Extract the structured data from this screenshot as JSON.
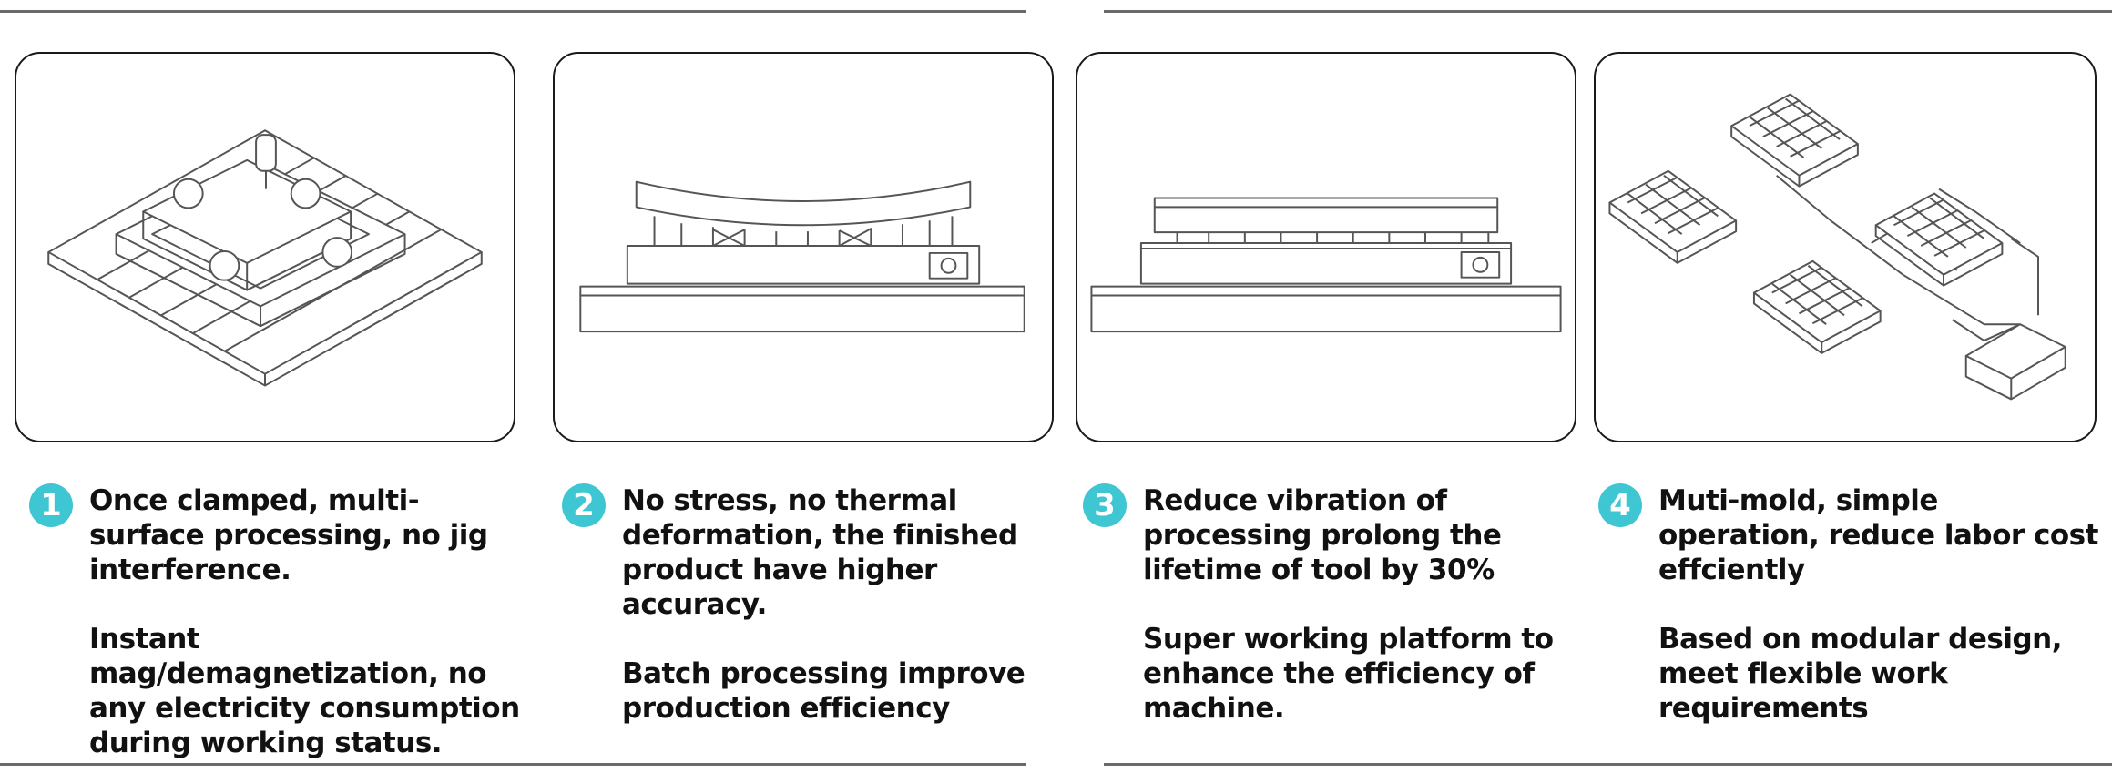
{
  "accent_color": "#3ec6d2",
  "features": [
    {
      "number": "1",
      "illustration": "clamped-workpiece-on-magnetic-chuck",
      "headline": "Once clamped, multi-surface processing, no jig interference.",
      "detail": "Instant mag/demagnetization, no any electricity consumption during working status."
    },
    {
      "number": "2",
      "illustration": "plate-on-chuck-no-deformation",
      "headline": "No stress, no thermal deformation, the finished product have higher accuracy.",
      "detail": "Batch processing improve production efficiency"
    },
    {
      "number": "3",
      "illustration": "flat-platform-on-chuck",
      "headline": "Reduce vibration of processing prolong the lifetime of tool by 30%",
      "detail": "Super working platform to enhance the efficiency of machine."
    },
    {
      "number": "4",
      "illustration": "modular-chucks-with-controller",
      "headline": "Muti-mold, simple operation, reduce labor cost effciently",
      "detail": "Based on modular design, meet flexible work requirements"
    }
  ]
}
